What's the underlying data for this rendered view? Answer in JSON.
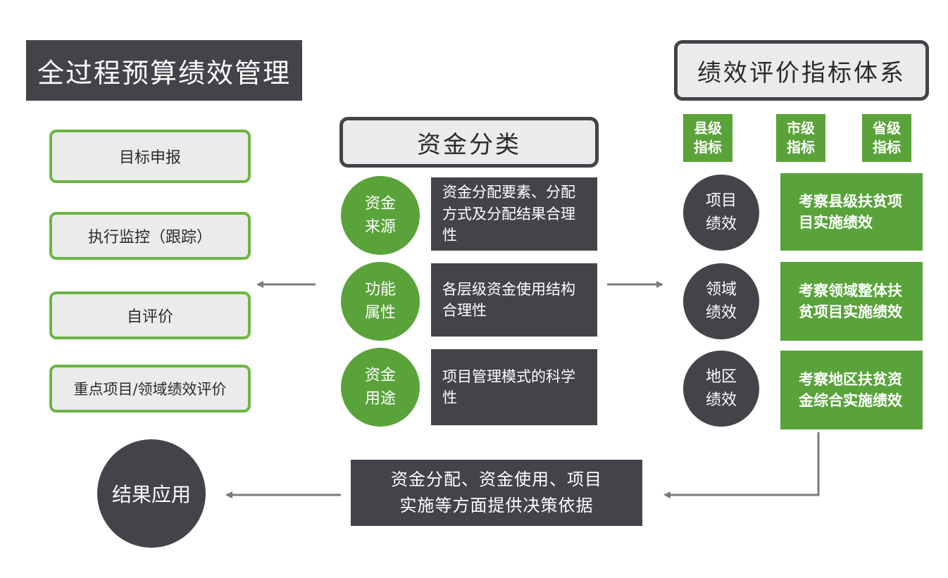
{
  "main_title": "全过程预算绩效管理",
  "left_steps": [
    "目标申报",
    "执行监控（跟踪）",
    "自评价",
    "重点项目/领域绩效评价"
  ],
  "fund_classification": {
    "title": "资金分类",
    "items": [
      {
        "label": "资金\n来源",
        "desc": "资金分配要素、分配方式及分配结果合理性"
      },
      {
        "label": "功能\n属性",
        "desc": "各层级资金使用结构合理性"
      },
      {
        "label": "资金\n用途",
        "desc": "项目管理模式的科学性"
      }
    ]
  },
  "indicator_system": {
    "title": "绩效评价指标体系",
    "levels": [
      "县级\n指标",
      "市级\n指标",
      "省级\n指标"
    ],
    "items": [
      {
        "label": "项目\n绩效",
        "desc": "考察县级扶贫项目实施绩效"
      },
      {
        "label": "领域\n绩效",
        "desc": "考察领域整体扶贫项目实施绩效"
      },
      {
        "label": "地区\n绩效",
        "desc": "考察地区扶贫资金综合实施绩效"
      }
    ]
  },
  "decision_basis": "资金分配、资金使用、项目\n实施等方面提供决策依据",
  "result_application": "结果应用",
  "colors": {
    "dark": "#434349",
    "green": "#59a33a",
    "border_green": "#6cb546",
    "light": "#ebebeb",
    "arrow": "#7a7a80"
  }
}
